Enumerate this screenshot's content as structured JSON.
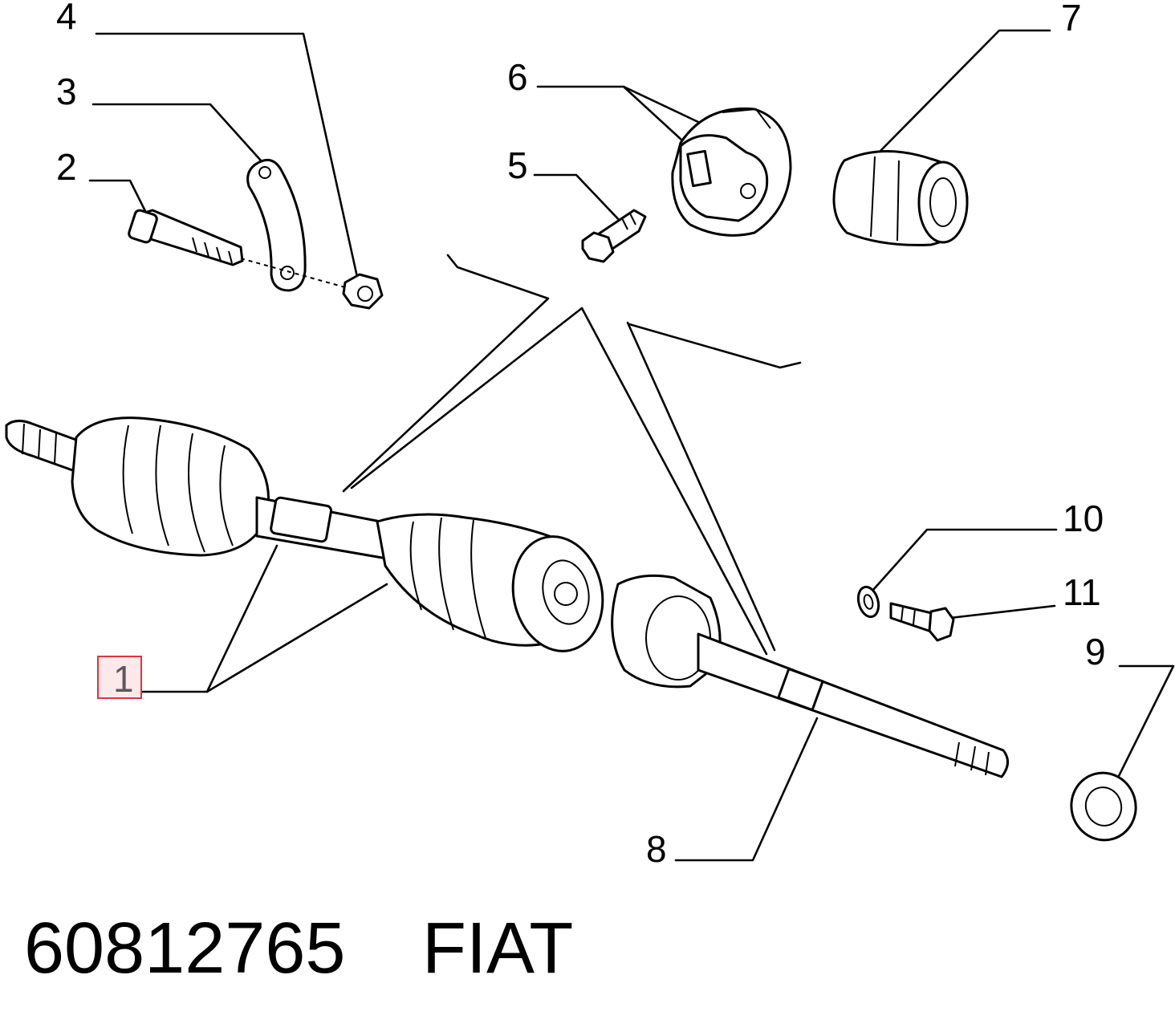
{
  "diagram": {
    "callouts": [
      {
        "id": "c1",
        "text": "1",
        "highlighted": true
      },
      {
        "id": "c2",
        "text": "2"
      },
      {
        "id": "c3",
        "text": "3"
      },
      {
        "id": "c4",
        "text": "4"
      },
      {
        "id": "c5",
        "text": "5"
      },
      {
        "id": "c6",
        "text": "6"
      },
      {
        "id": "c7",
        "text": "7"
      },
      {
        "id": "c8",
        "text": "8"
      },
      {
        "id": "c9",
        "text": "9"
      },
      {
        "id": "c10",
        "text": "10"
      },
      {
        "id": "c11",
        "text": "11"
      }
    ],
    "highlight_color": "#e2323c"
  },
  "footer": {
    "part_number": "60812765",
    "brand": "FIAT"
  }
}
